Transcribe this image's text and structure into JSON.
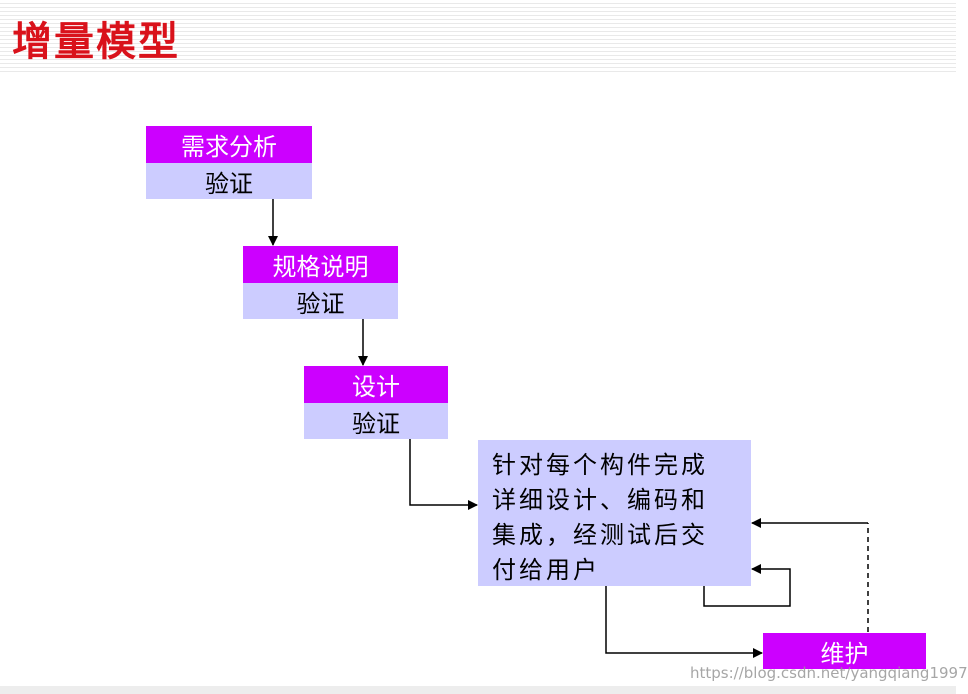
{
  "title": "增量模型",
  "stages": [
    {
      "name": "需求分析",
      "verify": "验证"
    },
    {
      "name": "规格说明",
      "verify": "验证"
    },
    {
      "name": "设计",
      "verify": "验证"
    }
  ],
  "increment_box": {
    "lines": [
      "针对每个构件完成",
      "详细设计、编码和",
      "集成，经测试后交",
      "付给用户"
    ]
  },
  "maintenance": "维护",
  "watermark": "https://blog.csdn.net/yangqiang1997",
  "colors": {
    "title": "#d9121b",
    "stage_header": "#cc00ff",
    "stage_body": "#ccccff"
  }
}
